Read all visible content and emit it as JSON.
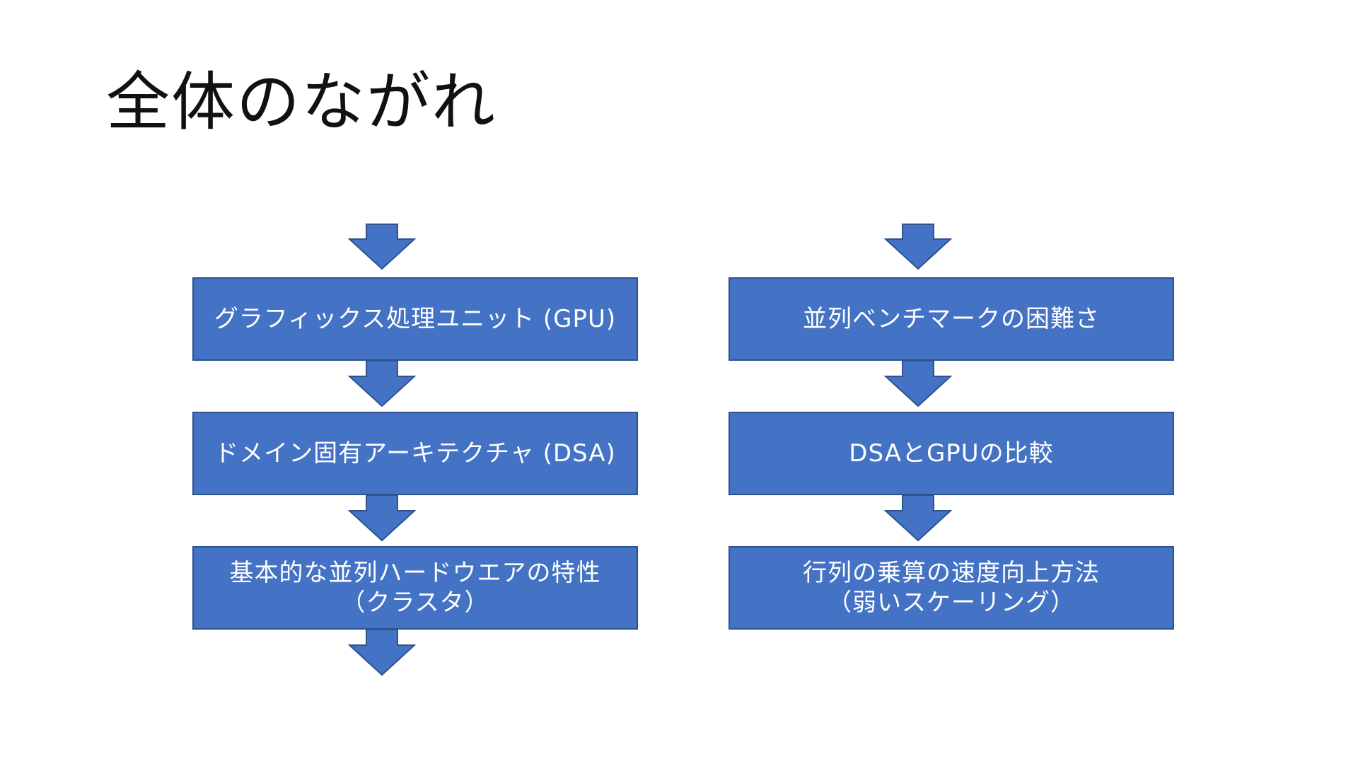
{
  "slide": {
    "title": "全体のながれ"
  },
  "flow_left": {
    "steps": [
      {
        "label": "グラフィックス処理ユニット (GPU)"
      },
      {
        "label": "ドメイン固有アーキテクチャ (DSA)"
      },
      {
        "label": "基本的な並列ハードウエアの特性\n（クラスタ）"
      }
    ]
  },
  "flow_right": {
    "steps": [
      {
        "label": "並列ベンチマークの困難さ"
      },
      {
        "label": "DSAとGPUの比較"
      },
      {
        "label": "行列の乗算の速度向上方法\n（弱いスケーリング）"
      }
    ]
  },
  "colors": {
    "box_fill": "#4472c4",
    "box_border": "#2f528f",
    "box_text": "#ffffff",
    "title_text": "#111111"
  }
}
